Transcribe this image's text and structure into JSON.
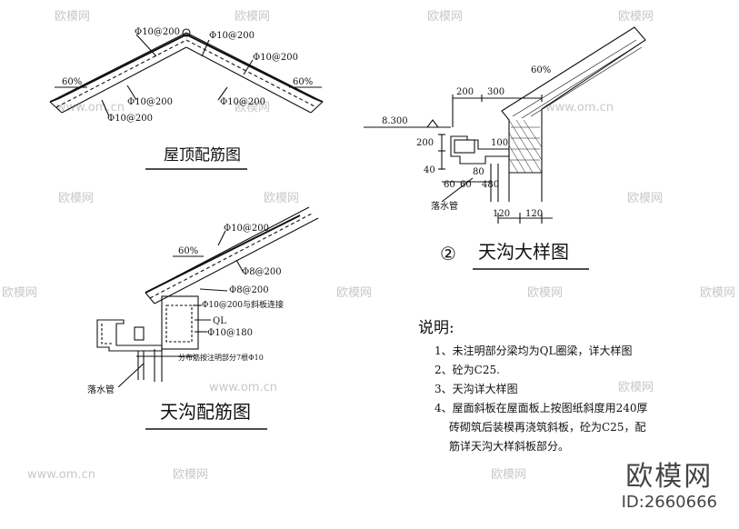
{
  "roof": {
    "title": "屋顶配筋图",
    "rebar_top_left": "Φ10@200",
    "rebar_top_right": "Φ10@200",
    "rebar_right_upper": "Φ10@200",
    "rebar_left_lower": "Φ10@200",
    "rebar_right_lower": "Φ10@200",
    "rebar_left_bottom": "Φ10@200",
    "slope_left": "60%",
    "slope_right": "60%"
  },
  "gutter_rebar": {
    "title": "天沟配筋图",
    "rebar_top": "Φ10@200",
    "slope": "60%",
    "rebar_8_upper": "Φ8@200",
    "rebar_8_lower": "Φ8@200",
    "rebar_link": "Φ10@200与斜板连接",
    "ql": "QL",
    "rebar_180": "Φ10@180",
    "distribution": "分布筋按注明部分7根Φ10",
    "downpipe": "落水管"
  },
  "gutter_detail": {
    "number": "②",
    "title": "天沟大样图",
    "dim_200": "200",
    "dim_300": "300",
    "slope": "60%",
    "elevation": "8.300",
    "dim_100": "100",
    "dim_200v": "200",
    "dim_40": "40",
    "dim_60a": "60",
    "dim_60b": "60",
    "dim_80": "80",
    "dim_480": "480",
    "dim_120a": "120",
    "dim_120b": "120",
    "downpipe": "落水管"
  },
  "notes": {
    "heading": "说明:",
    "items": [
      "1、未注明部分梁均为QL圈梁，详大样图",
      "2、砼为C25.",
      "3、天沟详大样图",
      "4、屋面斜板在屋面板上按图纸斜度用240厚",
      "砖砌筑后装模再浇筑斜板，砼为C25，配",
      "筋详天沟大样斜板部分。"
    ]
  },
  "watermark": {
    "brand": "欧模网",
    "domain": "www.om.cn"
  },
  "brand": {
    "name": "欧模网",
    "id": "ID:2660666"
  }
}
